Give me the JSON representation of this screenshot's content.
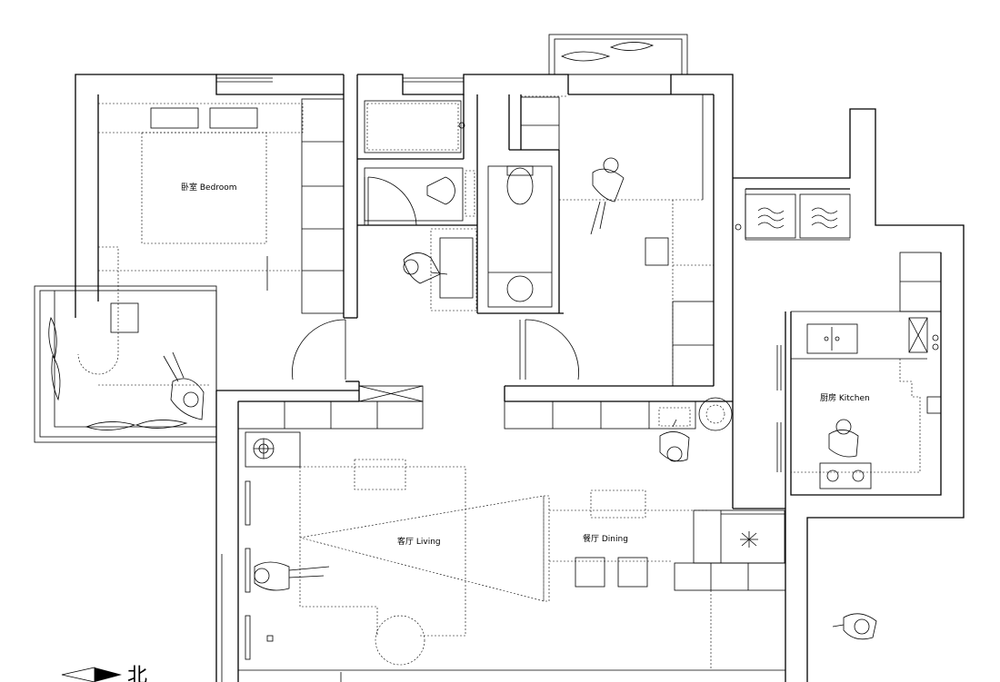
{
  "rooms": {
    "bedroom": "卧室 Bedroom",
    "living": "客厅 Living",
    "dining": "餐厅 Dining",
    "kitchen": "厨房 Kitchen"
  },
  "compass": {
    "label": "北"
  }
}
